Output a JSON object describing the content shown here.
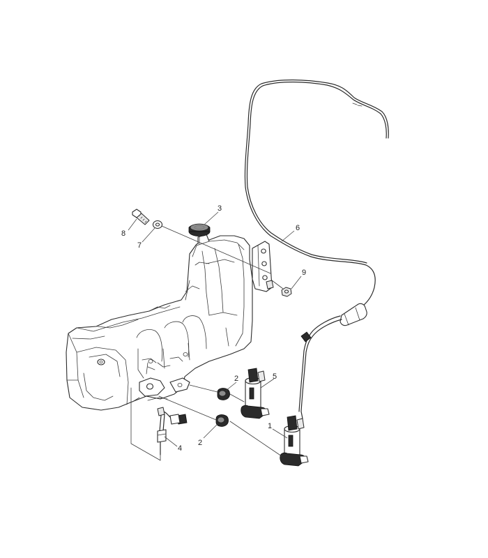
{
  "diagram": {
    "type": "exploded-parts-diagram",
    "callouts": [
      {
        "id": "c1",
        "label": "1",
        "part": "washer-pump-front"
      },
      {
        "id": "c2a",
        "label": "2",
        "part": "pump-grommet-upper"
      },
      {
        "id": "c2b",
        "label": "2",
        "part": "pump-grommet-lower"
      },
      {
        "id": "c3",
        "label": "3",
        "part": "filler-cap"
      },
      {
        "id": "c4",
        "label": "4",
        "part": "level-sensor"
      },
      {
        "id": "c5",
        "label": "5",
        "part": "washer-pump-rear"
      },
      {
        "id": "c6",
        "label": "6",
        "part": "washer-hose"
      },
      {
        "id": "c7",
        "label": "7",
        "part": "washer"
      },
      {
        "id": "c8",
        "label": "8",
        "part": "bolt"
      },
      {
        "id": "c9",
        "label": "9",
        "part": "nut"
      }
    ]
  }
}
